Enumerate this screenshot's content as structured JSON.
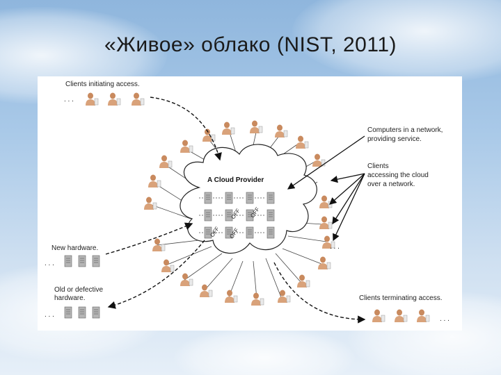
{
  "slide": {
    "title": "«Живое» облако (NIST, 2011)"
  },
  "diagram": {
    "cloud_label": "A Cloud Provider",
    "labels": {
      "clients_initiating": "Clients initiating access.",
      "computers_network_1": "Computers in a network,",
      "computers_network_2": "providing service.",
      "clients_accessing_1": "Clients",
      "clients_accessing_2": "accessing the cloud",
      "clients_accessing_3": "over a network.",
      "new_hardware": "New hardware.",
      "old_hardware_1": "Old or defective",
      "old_hardware_2": "hardware.",
      "clients_terminating": "Clients terminating access."
    },
    "off_marker": "OFF",
    "ellipsis": ". . ."
  },
  "colors": {
    "sky_top": "#8fb6dd",
    "figure_bg": "#ffffff",
    "person_skin": "#d9a27a",
    "person_shirt": "#f1d2b6",
    "server": "#9a9a9a"
  }
}
